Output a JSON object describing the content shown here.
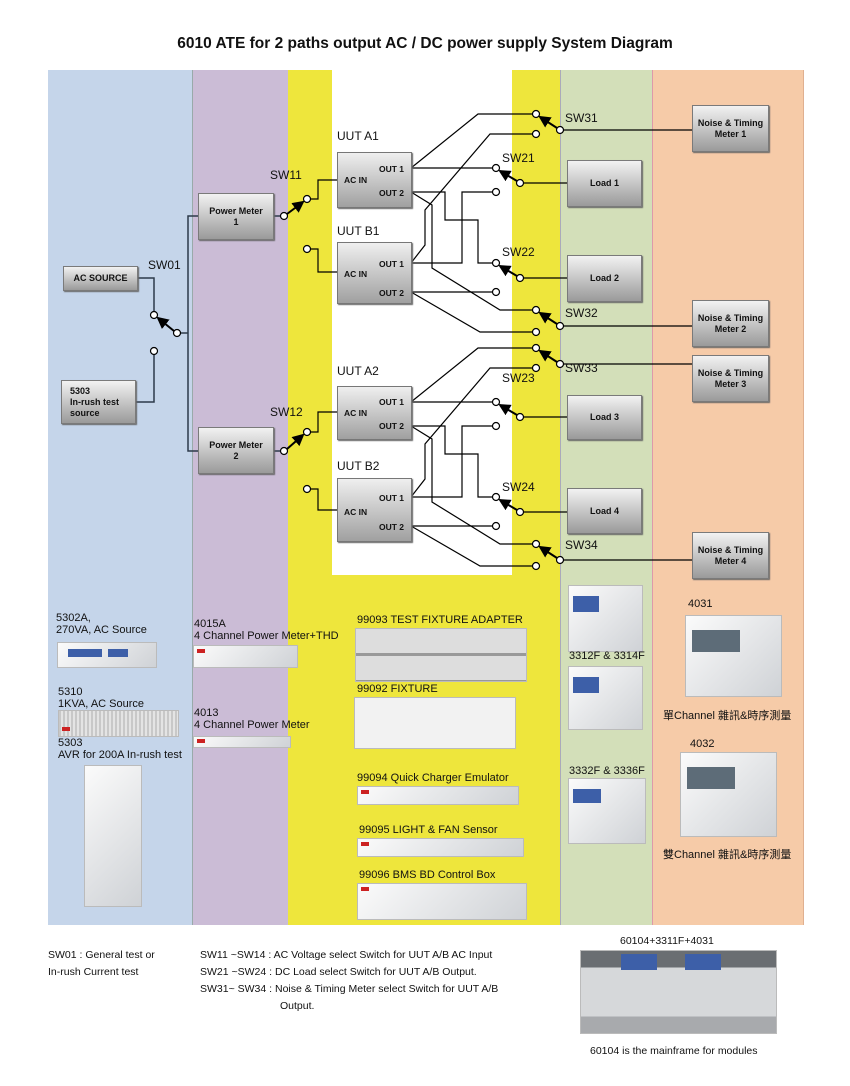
{
  "title": "6010 ATE for 2 paths output AC / DC power supply System Diagram",
  "colors": {
    "source_column": "#c5d5ea",
    "meter_column": "#cbbcd6",
    "fixture_column": "#eee63c",
    "load_column": "#d3dfb9",
    "noise_column": "#f6cba8"
  },
  "diagram": {
    "ac_source": "AC SOURCE",
    "inrush_source": [
      "5303",
      "In-rush test",
      "source"
    ],
    "power_meters": [
      [
        "Power Meter",
        "1"
      ],
      [
        "Power Meter",
        "2"
      ]
    ],
    "switches": {
      "sw01": "SW01",
      "sw11": "SW11",
      "sw12": "SW12",
      "sw21": "SW21",
      "sw22": "SW22",
      "sw23": "SW23",
      "sw24": "SW24",
      "sw31": "SW31",
      "sw32": "SW32",
      "sw33": "SW33",
      "sw34": "SW34"
    },
    "uuts": [
      {
        "name": "UUT A1",
        "in": "AC IN",
        "out1": "OUT 1",
        "out2": "OUT 2"
      },
      {
        "name": "UUT B1",
        "in": "AC IN",
        "out1": "OUT 1",
        "out2": "OUT 2"
      },
      {
        "name": "UUT A2",
        "in": "AC IN",
        "out1": "OUT 1",
        "out2": "OUT 2"
      },
      {
        "name": "UUT B2",
        "in": "AC IN",
        "out1": "OUT 1",
        "out2": "OUT 2"
      }
    ],
    "loads": [
      "Load 1",
      "Load 2",
      "Load 3",
      "Load 4"
    ],
    "noise_meters": [
      [
        "Noise & Timing",
        "Meter 1"
      ],
      [
        "Noise & Timing",
        "Meter 2"
      ],
      [
        "Noise & Timing",
        "Meter 3"
      ],
      [
        "Noise & Timing",
        "Meter 4"
      ]
    ]
  },
  "equipment": {
    "ac5302a": [
      "5302A,",
      "270VA, AC Source"
    ],
    "ac5310": [
      "5310",
      "1KVA, AC Source"
    ],
    "avr5303": [
      "5303",
      "AVR for 200A In-rush test"
    ],
    "pm4015a": [
      "4015A",
      "4 Channel Power Meter+THD"
    ],
    "pm4013": [
      "4013",
      "4 Channel Power Meter"
    ],
    "fx99093": "99093 TEST FIXTURE ADAPTER",
    "fx99092": "99092 FIXTURE",
    "fx99094": "99094 Quick Charger Emulator",
    "fx99095": "99095 LIGHT & FAN Sensor",
    "fx99096": "99096 BMS BD Control Box",
    "load_a": "3312F & 3314F",
    "load_b": "3332F & 3336F",
    "n4031": [
      "4031",
      "單Channel 雜訊&時序測量"
    ],
    "n4032": [
      "4032",
      "雙Channel 雜訊&時序測量"
    ]
  },
  "legend": {
    "sw01": [
      "SW01 : General test or",
      "In-rush Current test"
    ],
    "sw1x": "SW11 ~SW14 : AC Voltage select Switch for UUT A/B AC Input",
    "sw2x": "SW21 ~SW24 : DC Load select Switch for UUT A/B Output.",
    "sw3x": [
      "SW31~ SW34 : Noise & Timing Meter select Switch for UUT A/B",
      "Output."
    ]
  },
  "mainframe": {
    "title": "60104+3311F+4031",
    "caption": "60104 is the mainframe for modules"
  }
}
